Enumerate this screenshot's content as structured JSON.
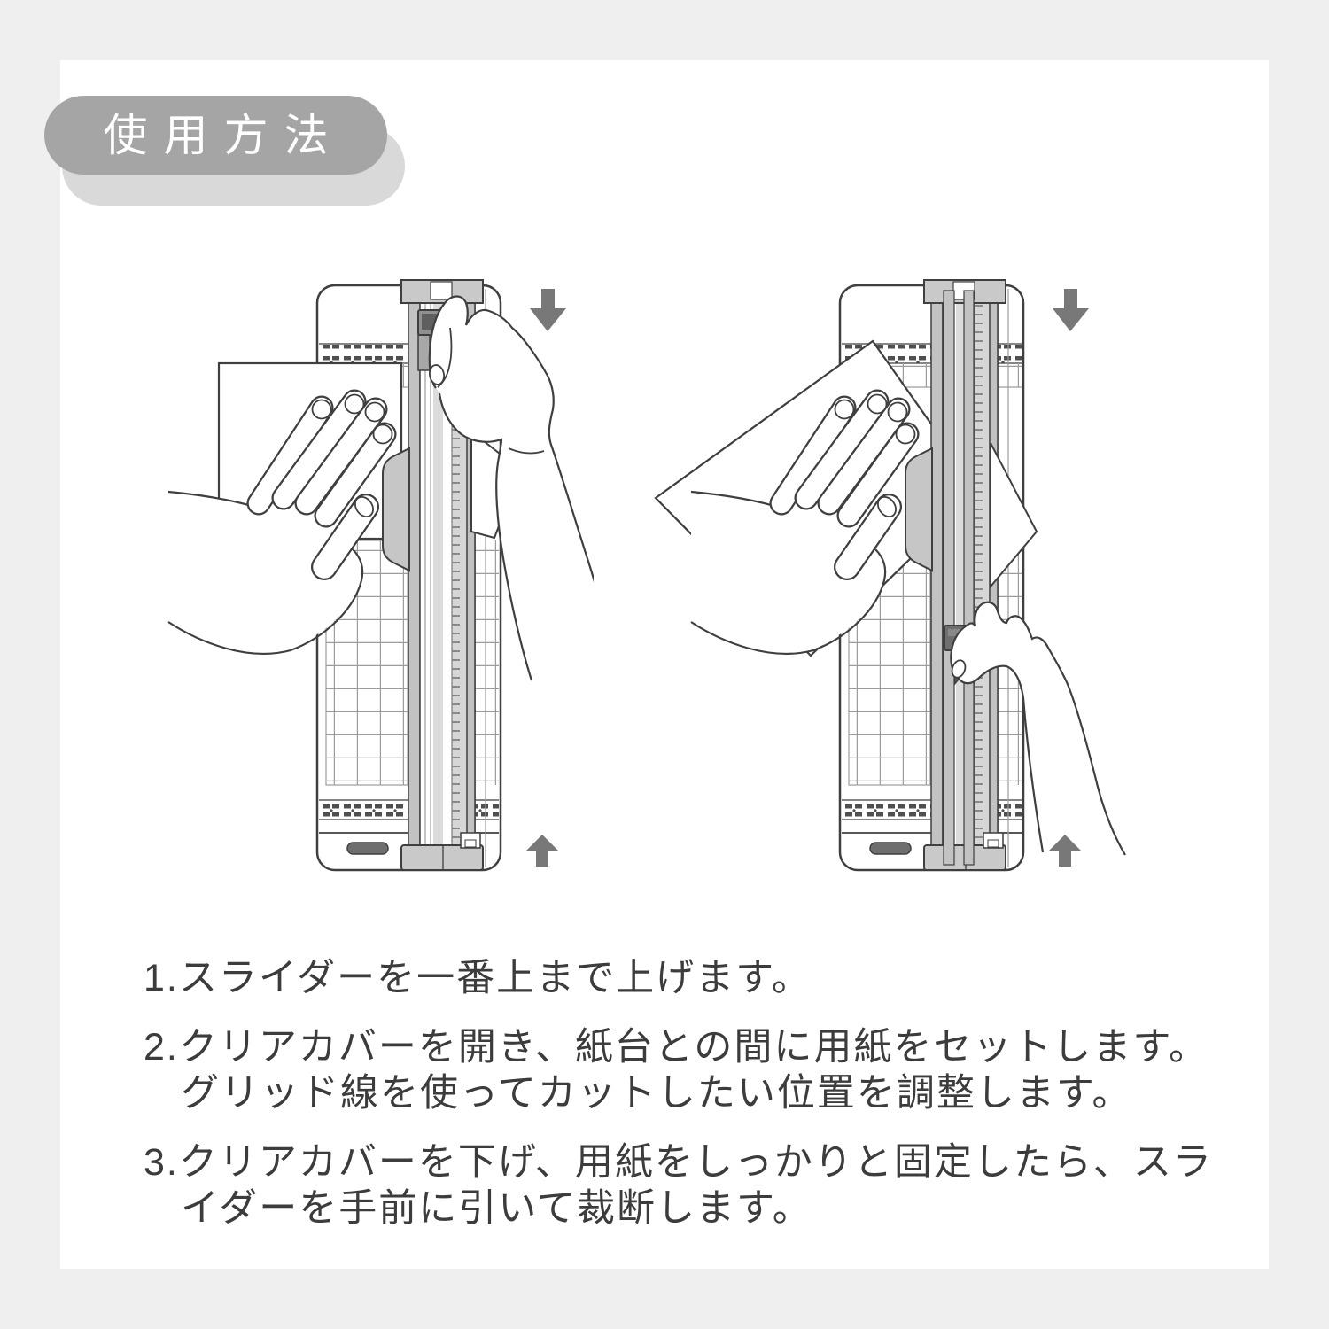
{
  "page": {
    "background_color": "#efefef",
    "card_color": "#ffffff",
    "line_color": "#3f3f3f",
    "arrow_color": "#787878"
  },
  "header": {
    "title": "使用方法",
    "badge_color": "#a5a5a5",
    "badge_shadow_color": "#d9d9d9",
    "title_color": "#ffffff"
  },
  "figures": {
    "left": {
      "icons": [
        "arrow-down-icon",
        "arrow-up-icon"
      ]
    },
    "right": {
      "icons": [
        "arrow-down-icon",
        "arrow-up-icon"
      ]
    }
  },
  "instructions": {
    "items": [
      {
        "text": "1.スライダーを一番上まで上げます。"
      },
      {
        "text": "2.クリアカバーを開き、紙台との間に用紙をセットします。\nグリッド線を使ってカットしたい位置を調整します。"
      },
      {
        "text": "3.クリアカバーを下げ、用紙をしっかりと固定したら、スラ\nイダーを手前に引いて裁断します。"
      }
    ]
  }
}
